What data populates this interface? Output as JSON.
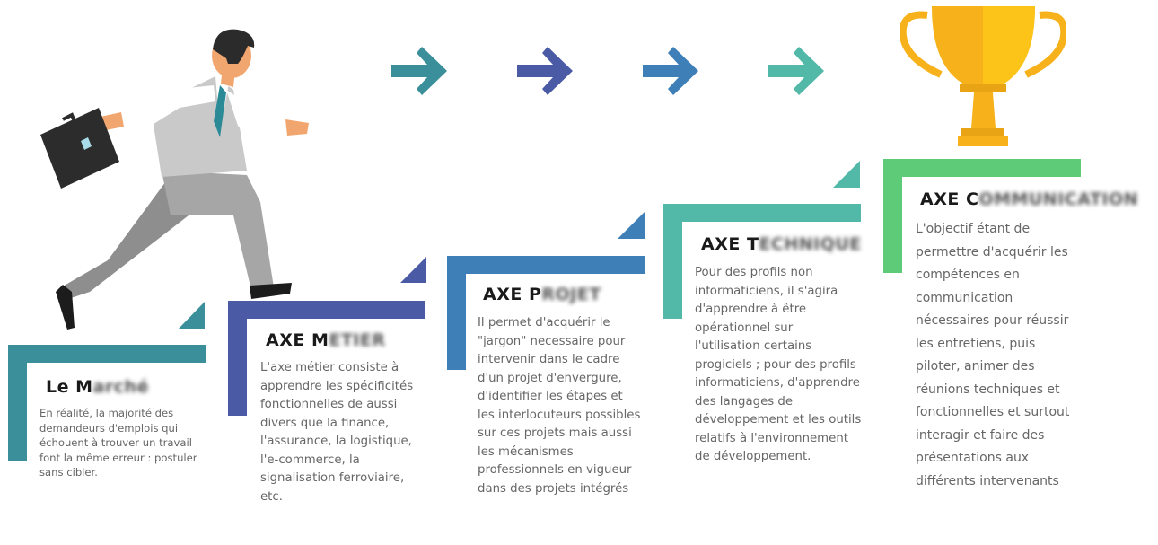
{
  "colors": {
    "teal": "#3a8f9a",
    "indigo": "#4a5aa5",
    "blue": "#3f7fb8",
    "mint": "#52b8a8",
    "green": "#5ecb79",
    "trophy_gold": "#f7b21b"
  },
  "arrows": [
    {
      "icon": "chevron-arrow-right-icon",
      "color": "#3a8f9a"
    },
    {
      "icon": "chevron-arrow-right-icon",
      "color": "#4a5aa5"
    },
    {
      "icon": "chevron-arrow-right-icon",
      "color": "#3f7fb8"
    },
    {
      "icon": "chevron-arrow-right-icon",
      "color": "#52b8a8"
    }
  ],
  "steps": [
    {
      "title_visible": "Le M",
      "title_blurred": "arché",
      "color": "#3a8f9a",
      "body": "En réalité, la majorité des demandeurs d'emplois qui échouent à trouver un travail font la même erreur : postuler sans cibler."
    },
    {
      "title_visible": "AXE M",
      "title_blurred": "ETIER",
      "color": "#4a5aa5",
      "body": "L'axe métier consiste à apprendre les spécificités fonctionnelles de aussi divers que la finance, l'assurance, la logistique, l'e-commerce, la signalisation ferroviaire, etc."
    },
    {
      "title_visible": "AXE P",
      "title_blurred": "ROJET",
      "color": "#3f7fb8",
      "body": "Il permet d'acquérir le \"jargon\" necessaire pour intervenir dans le cadre d'un projet d'envergure, d'identifier les étapes et les interlocuteurs possibles sur ces projets mais aussi les mécanismes professionnels en vigueur dans des projets intégrés"
    },
    {
      "title_visible": "AXE T",
      "title_blurred": "ECHNIQUE",
      "color": "#52b8a8",
      "body": "Pour des profils non informaticiens, il s'agira d'apprendre à être opérationnel sur l'utilisation certains progiciels ; pour des profils informaticiens, d'apprendre des langages de développement et les outils relatifs à l'environnement de développement."
    },
    {
      "title_visible": "AXE C",
      "title_blurred": "OMMUNICATION",
      "color": "#5ecb79",
      "body": "L'objectif étant de permettre d'acquérir les compétences en communication nécessaires pour réussir les entretiens, puis piloter, animer des réunions techniques et fonctionnelles et surtout interagir et faire des présentations aux différents intervenants"
    }
  ]
}
